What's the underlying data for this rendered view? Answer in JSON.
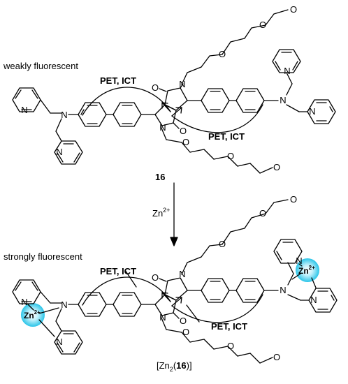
{
  "top": {
    "state_label": "weakly fluorescent",
    "pet_ict_left": "PET, ICT",
    "pet_ict_right": "PET, ICT",
    "compound_label": "16"
  },
  "arrow": {
    "reagent": "Zn",
    "reagent_charge": "2+"
  },
  "bottom": {
    "state_label": "strongly fluorescent",
    "pet_ict_left": "PET, ICT",
    "pet_ict_right": "PET, ICT",
    "complex_label_pre": "[Zn",
    "complex_label_sub": "2",
    "complex_label_open": "(",
    "complex_label_num": "16",
    "complex_label_close": ")]",
    "zn_left": "Zn",
    "zn_left_charge": "2+",
    "zn_right": "Zn",
    "zn_right_charge": "2+"
  },
  "atoms": {
    "N": "N",
    "O": "O"
  },
  "colors": {
    "zn_glow": "#29c4e8",
    "line": "#000000"
  }
}
